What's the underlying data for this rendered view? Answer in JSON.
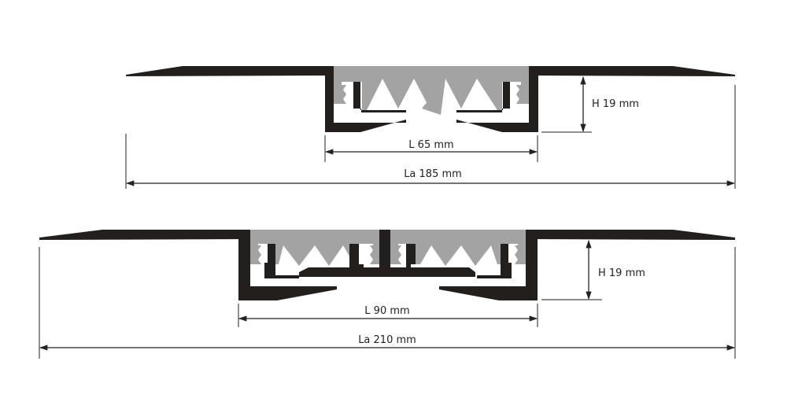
{
  "colors": {
    "profile": "#231f1c",
    "seal": "#a3a3a3",
    "dimension_line": "#222222"
  },
  "top_profile": {
    "height_label": "H 19 mm",
    "joint_width_label": "L 65 mm",
    "total_width_label": "La 185 mm"
  },
  "bottom_profile": {
    "height_label": "H 19 mm",
    "joint_width_label": "L 90 mm",
    "total_width_label": "La 210 mm"
  }
}
